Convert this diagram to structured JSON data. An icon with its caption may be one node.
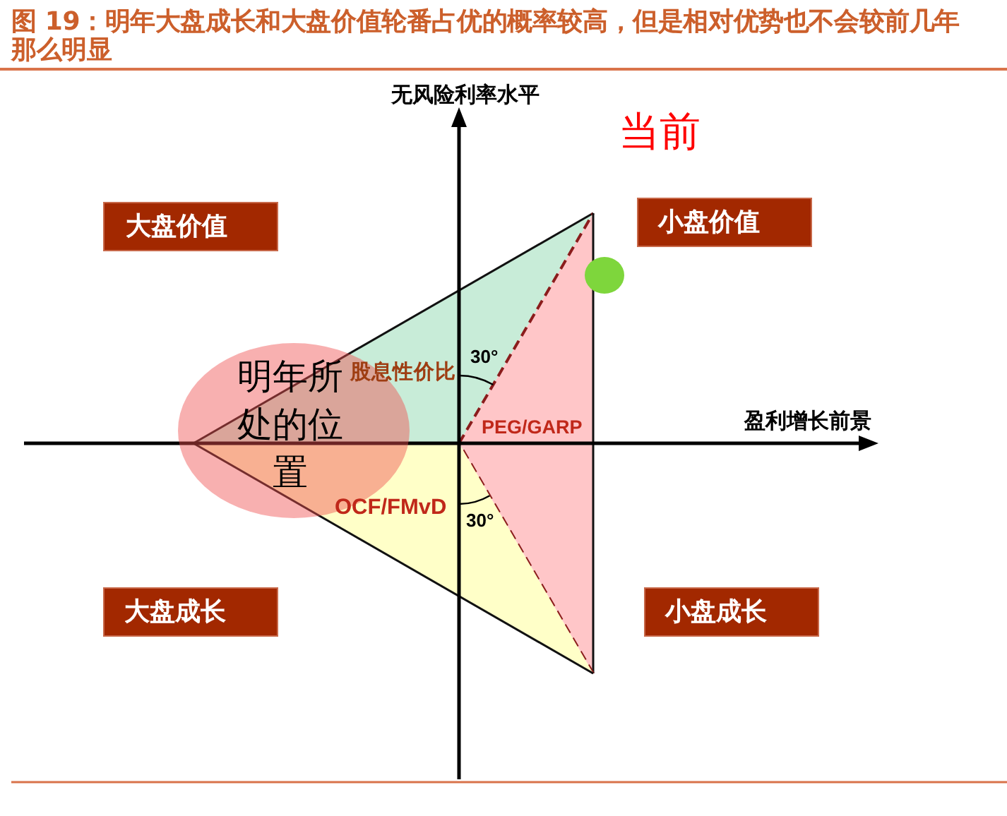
{
  "diagram": {
    "title": "图 19：明年大盘成长和大盘价值轮番占优的概率较高，但是相对优势也不会较前几年那么明显",
    "nodes": [
      {
        "text": [
          "大盘价值"
        ]
      },
      {
        "text": [
          "小盘价值"
        ]
      },
      {
        "text": [
          "股息性价比"
        ]
      },
      {
        "text": [
          "明年所处的位置"
        ]
      },
      {
        "text": [
          "PEG/GARP"
        ]
      },
      {
        "text": [
          "OCF/FMvD"
        ]
      },
      {
        "text": [
          "大盘成长"
        ]
      },
      {
        "text": [
          "小盘成长"
        ]
      }
    ],
    "labels": [
      "无风险利率水平",
      "当前",
      "30°",
      "盈利增长前景",
      "30°"
    ]
  }
}
